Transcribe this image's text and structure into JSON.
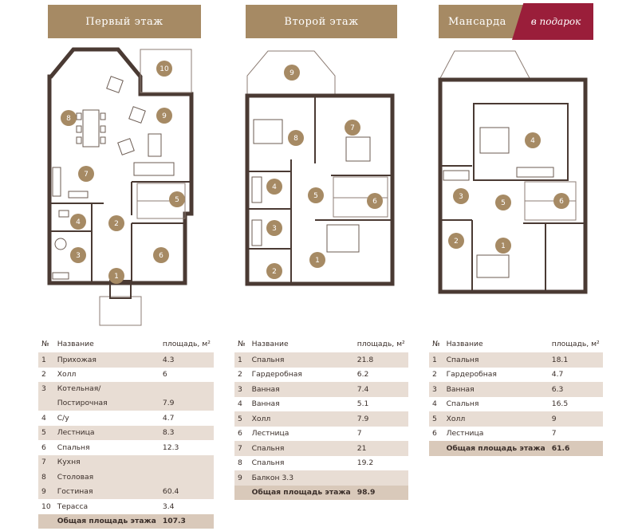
{
  "floors": [
    {
      "title": "Первый этаж"
    },
    {
      "title": "Второй этаж"
    },
    {
      "title": "Мансарда",
      "badge": "в подарок"
    }
  ],
  "colors": {
    "accent": "#a68a64",
    "badge": "#9a1e3a",
    "row_shade": "#e8ddd4",
    "wall": "#4a3a33"
  },
  "table_header": {
    "no": "№",
    "name": "Название",
    "area": "площадь, м²"
  },
  "floor1": {
    "rows": [
      {
        "no": "1",
        "name": "Прихожая",
        "area": "4.3"
      },
      {
        "no": "2",
        "name": "Холл",
        "area": "6"
      },
      {
        "no": "3",
        "name": "Котельная/",
        "name2": "Постирочная",
        "area": "7.9"
      },
      {
        "no": "4",
        "name": "С/у",
        "area": "4.7"
      },
      {
        "no": "5",
        "name": "Лестница",
        "area": "8.3"
      },
      {
        "no": "6",
        "name": "Спальня",
        "area": "12.3"
      },
      {
        "no": "7",
        "name": "Кухня",
        "area": ""
      },
      {
        "no": "8",
        "name": "Столовая",
        "area": ""
      },
      {
        "no": "9",
        "name": "Гостиная",
        "area": "60.4"
      },
      {
        "no": "10",
        "name": "Терасса",
        "area": "3.4"
      }
    ],
    "total_label": "Общая площадь этажа",
    "total_value": "107.3"
  },
  "floor2": {
    "rows": [
      {
        "no": "1",
        "name": "Спальня",
        "area": "21.8"
      },
      {
        "no": "2",
        "name": "Гардеробная",
        "area": "6.2"
      },
      {
        "no": "3",
        "name": "Ванная",
        "area": "7.4"
      },
      {
        "no": "4",
        "name": "Ванная",
        "area": "5.1"
      },
      {
        "no": "5",
        "name": "Холл",
        "area": "7.9"
      },
      {
        "no": "6",
        "name": "Лестница",
        "area": "7"
      },
      {
        "no": "7",
        "name": "Спальня",
        "area": "21"
      },
      {
        "no": "8",
        "name": "Спальня",
        "area": "19.2"
      },
      {
        "no": "9",
        "name": "Балкон 3.3",
        "area": ""
      }
    ],
    "total_label": "Общая площадь этажа",
    "total_value": "98.9"
  },
  "floor3": {
    "rows": [
      {
        "no": "1",
        "name": "Спальня",
        "area": "18.1"
      },
      {
        "no": "2",
        "name": "Гардеробная",
        "area": "4.7"
      },
      {
        "no": "3",
        "name": "Ванная",
        "area": "6.3"
      },
      {
        "no": "4",
        "name": "Спальня",
        "area": "16.5"
      },
      {
        "no": "5",
        "name": "Холл",
        "area": "9"
      },
      {
        "no": "6",
        "name": "Лестница",
        "area": "7"
      }
    ],
    "total_label": "Общая площадь этажа",
    "total_value": "61.6"
  },
  "plan_labels": {
    "f1": [
      "1",
      "2",
      "3",
      "4",
      "5",
      "6",
      "7",
      "8",
      "9",
      "10"
    ],
    "f2": [
      "1",
      "2",
      "3",
      "4",
      "5",
      "6",
      "7",
      "8",
      "9"
    ],
    "f3": [
      "1",
      "2",
      "3",
      "4",
      "5",
      "6"
    ]
  }
}
